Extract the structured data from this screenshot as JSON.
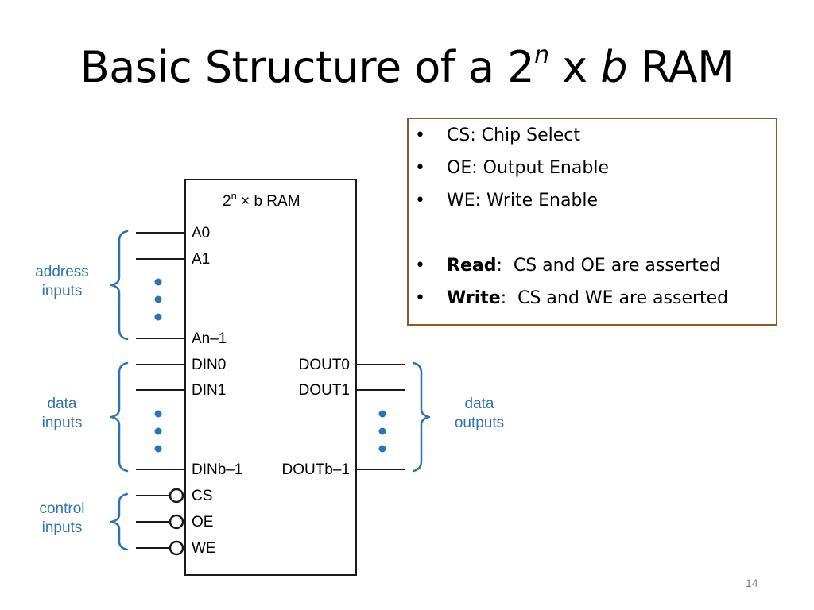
{
  "title": {
    "prefix": "Basic Structure of a 2",
    "exponent": "n",
    "middle": " x ",
    "b": "b",
    "suffix": " RAM"
  },
  "notes": {
    "items": [
      {
        "bullet": "•",
        "text": "CS: Chip Select"
      },
      {
        "bullet": "•",
        "text": "OE: Output Enable"
      },
      {
        "bullet": "•",
        "text": "WE: Write Enable"
      }
    ],
    "read": {
      "bullet": "•",
      "bold": "Read",
      "rest": ":  CS and OE are asserted"
    },
    "write": {
      "bullet": "•",
      "bold": "Write",
      "rest": ":  CS and WE are asserted"
    }
  },
  "diagram": {
    "chip_title_base": "2",
    "chip_title_exp": "n",
    "chip_title_rest": " × b RAM",
    "pins": {
      "a0": "A0",
      "a1": "A1",
      "an1": "An–1",
      "din0": "DIN0",
      "din1": "DIN1",
      "dinb1": "DINb–1",
      "cs": "CS",
      "oe": "OE",
      "we": "WE",
      "dout0": "DOUT0",
      "dout1": "DOUT1",
      "doutb1": "DOUTb–1"
    },
    "groups": {
      "address_1": "address",
      "address_2": "inputs",
      "data_in_1": "data",
      "data_in_2": "inputs",
      "control_1": "control",
      "control_2": "inputs",
      "data_out_1": "data",
      "data_out_2": "outputs"
    },
    "accent_color": "#2e74b5"
  },
  "page_number": "14"
}
